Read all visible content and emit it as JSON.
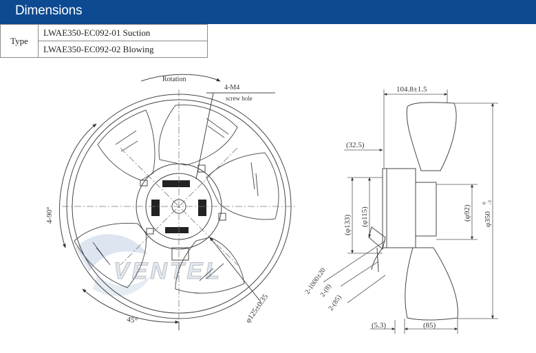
{
  "header": {
    "title": "Dimensions"
  },
  "type_table": {
    "label": "Type",
    "rows": [
      {
        "model": "LWAE350-EC092-01",
        "mode": "Suction"
      },
      {
        "model": "LWAE350-EC092-02",
        "mode": "Blowing"
      }
    ]
  },
  "front_view": {
    "rotation_label": "Rotation",
    "screw_label": "4-M4",
    "screw_note": "screw hole",
    "angle_90": "4-90°",
    "angle_45": "45°",
    "bolt_circle": "φ125±0.35",
    "watermark": "VENTEL"
  },
  "side_view": {
    "depth": "104.8±1.5",
    "d_32_5": "(32.5)",
    "d_133": "(φ133)",
    "d_115": "(φ115)",
    "d_92": "(φ92)",
    "d_350": "φ350",
    "d_350_tol_upper": "0",
    "d_350_tol_lower": "-3",
    "cable_length": "2-1000±20",
    "cable_8": "2-(8)",
    "cable_85": "2-(85)",
    "d_5_3": "(5.3)",
    "d_85": "(85)"
  }
}
